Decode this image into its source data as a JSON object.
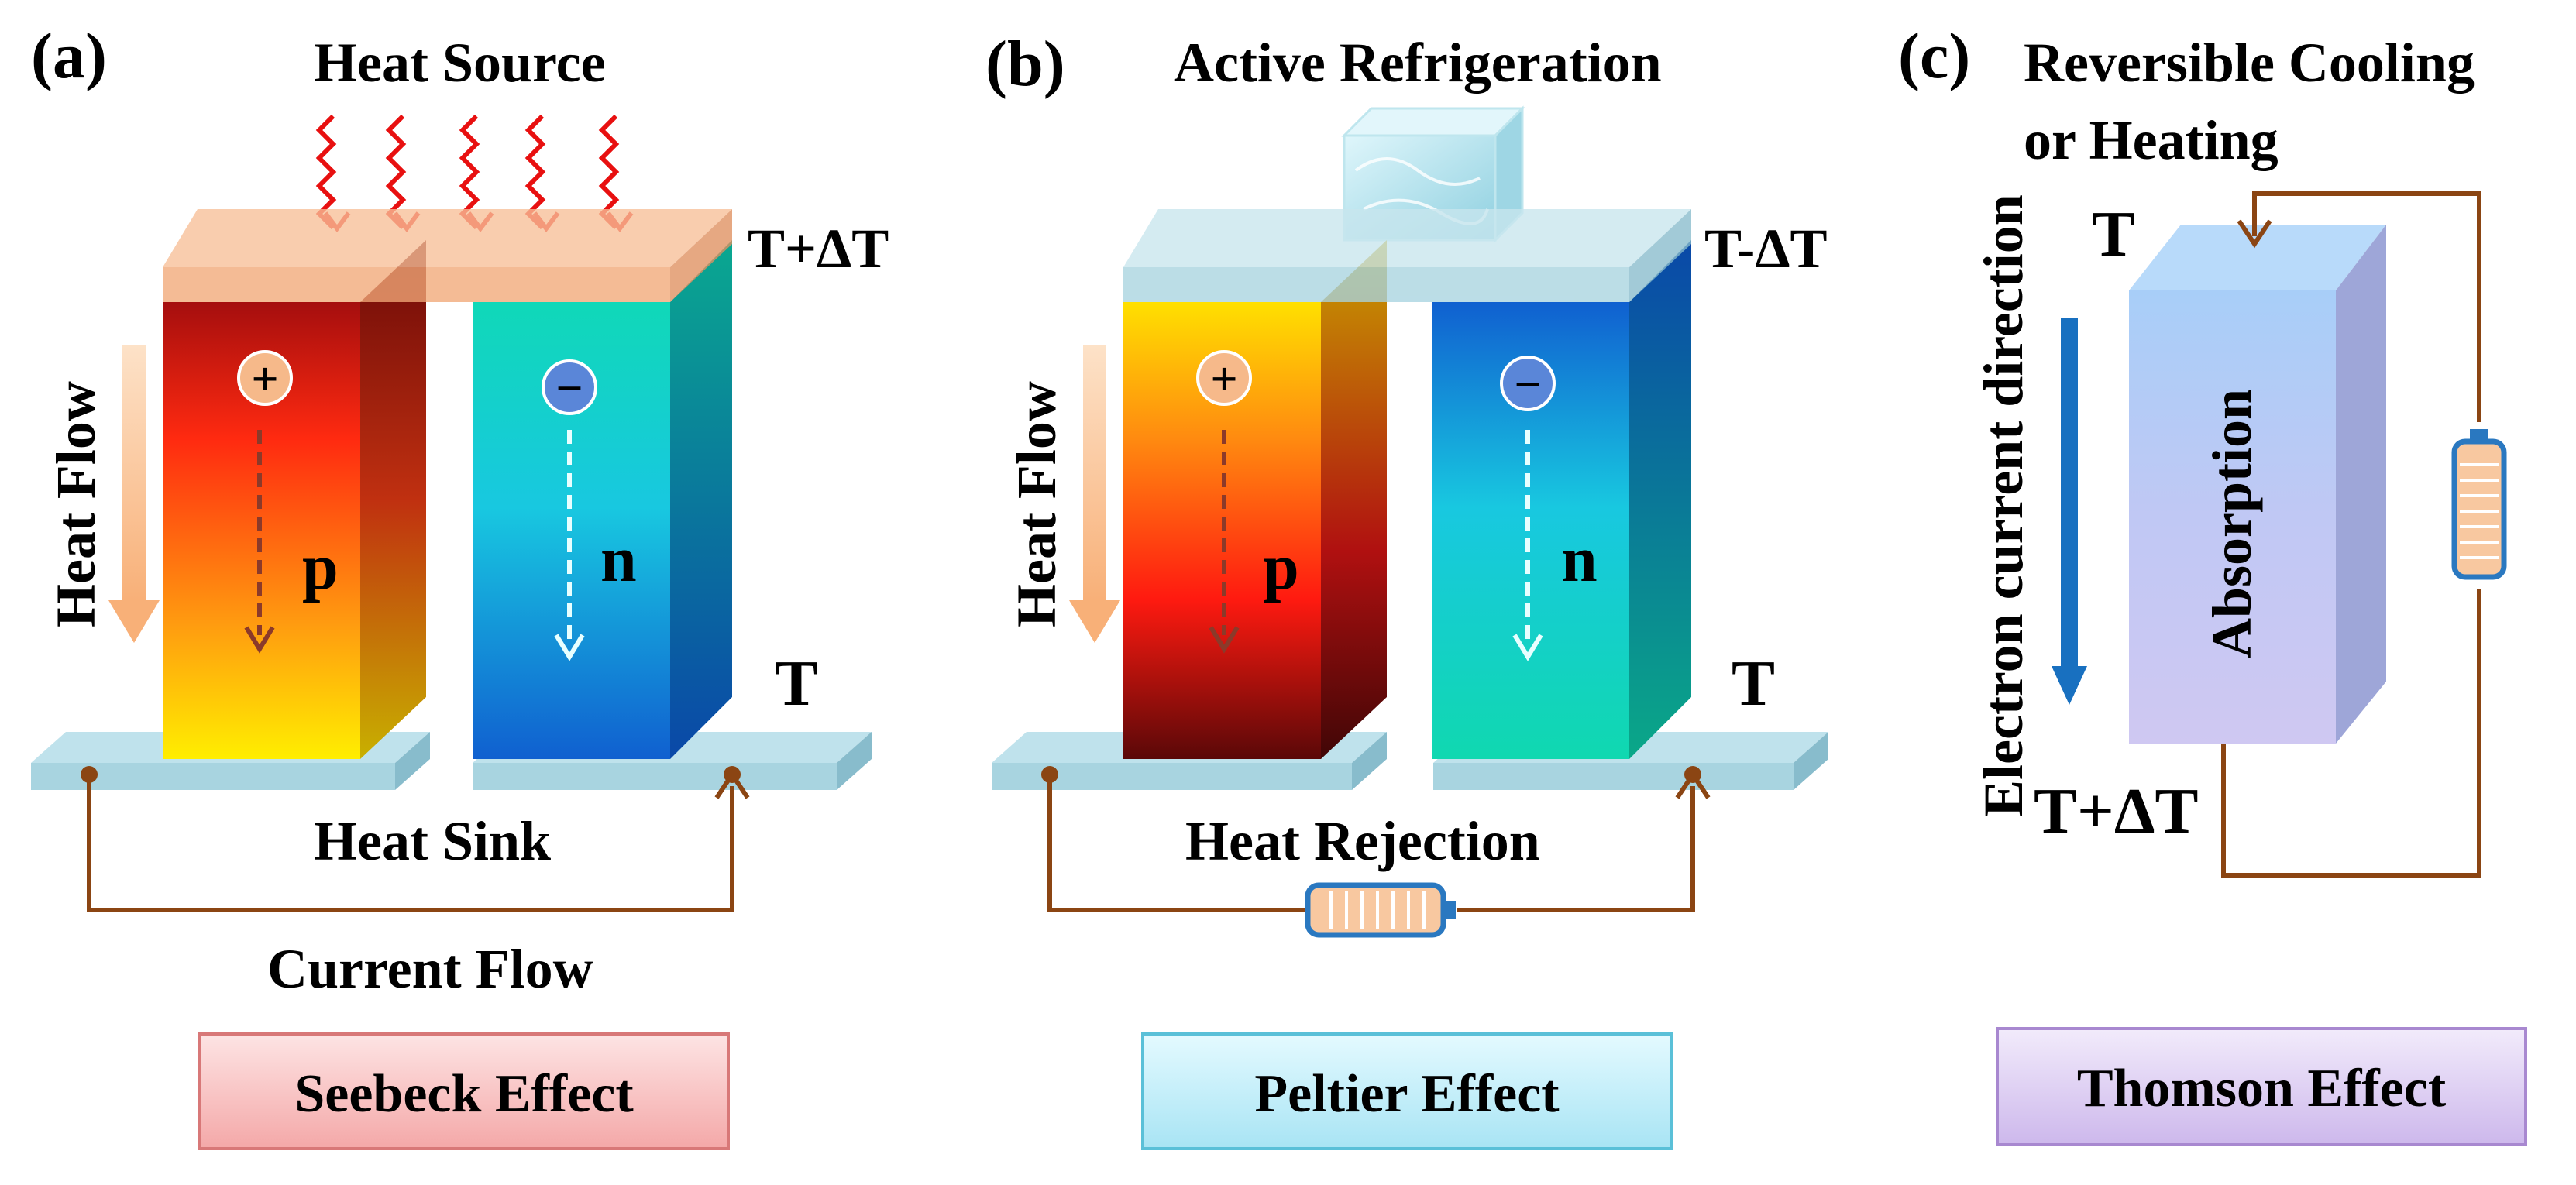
{
  "panel_a": {
    "tag": "(a)",
    "heat_source": "Heat Source",
    "hot_temp": "T+ΔT",
    "cold_temp": "T",
    "heat_flow": "Heat Flow",
    "p_label": "p",
    "n_label": "n",
    "plus": "+",
    "minus": "−",
    "heat_sink": "Heat Sink",
    "current_flow": "Current Flow",
    "effect": "Seebeck Effect"
  },
  "panel_b": {
    "tag": "(b)",
    "refrigeration": "Active Refrigeration",
    "cold_temp": "T-ΔT",
    "base_temp": "T",
    "heat_flow": "Heat Flow",
    "p_label": "p",
    "n_label": "n",
    "plus": "+",
    "minus": "−",
    "heat_rejection": "Heat Rejection",
    "effect": "Peltier Effect"
  },
  "panel_c": {
    "tag": "(c)",
    "title_line1": "Reversible Cooling",
    "title_line2": "or Heating",
    "top_temp": "T",
    "bottom_temp": "T+ΔT",
    "direction": "Electron current direction",
    "absorption": "Absorption",
    "effect": "Thomson Effect"
  },
  "colors": {
    "wire": "#8b4513",
    "plate": "#a8d4e0",
    "seebeck_box": "#f8c8c8",
    "peltier_box": "#c8eef8",
    "thomson_box": "#e4d4f4"
  }
}
